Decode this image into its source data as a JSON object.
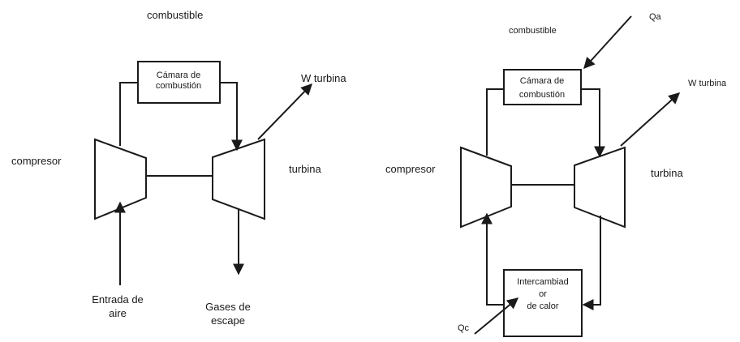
{
  "left": {
    "fuel_label": "combustible",
    "chamber_line1": "Cámara de",
    "chamber_line2": "combustión",
    "work_label": "W turbina",
    "compressor_label": "compresor",
    "turbine_label": "turbina",
    "inlet_line1": "Entrada de",
    "inlet_line2": "aire",
    "exhaust_line1": "Gases de",
    "exhaust_line2": "escape"
  },
  "right": {
    "heat_in_label": "Qa",
    "fuel_label": "combustible",
    "chamber_line1": "Cámara de",
    "chamber_line2": "combustión",
    "work_label": "W turbina",
    "compressor_label": "compresor",
    "turbine_label": "turbina",
    "exchanger_line1": "Intercambiad",
    "exchanger_line2": "or",
    "exchanger_line3": "de calor",
    "heat_out_label": "Qc"
  },
  "colors": {
    "line": "#1a1a1a",
    "background": "#ffffff"
  }
}
